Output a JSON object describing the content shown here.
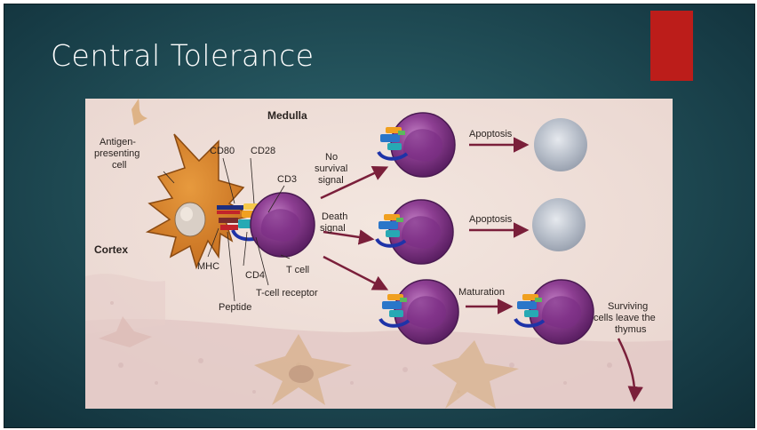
{
  "slide": {
    "title": "Central Tolerance",
    "accent_color": "#bc1d1a",
    "background_color": "#214e57"
  },
  "diagram": {
    "regions": {
      "medulla": "Medulla",
      "cortex": "Cortex"
    },
    "apc_label": [
      "Antigen-",
      "presenting",
      "cell"
    ],
    "molecules": {
      "cd80": "CD80",
      "cd28": "CD28",
      "cd3": "CD3",
      "mhc": "MHC",
      "cd4": "CD4",
      "t_cell": "T cell",
      "tcr": "T-cell receptor",
      "peptide": "Peptide"
    },
    "signals": {
      "no_survival": [
        "No",
        "survival",
        "signal"
      ],
      "death": [
        "Death",
        "signal"
      ]
    },
    "outcomes": {
      "apoptosis_1": "Apoptosis",
      "apoptosis_2": "Apoptosis",
      "maturation": "Maturation",
      "surviving": [
        "Surviving",
        "cells leave the",
        "thymus"
      ]
    }
  }
}
